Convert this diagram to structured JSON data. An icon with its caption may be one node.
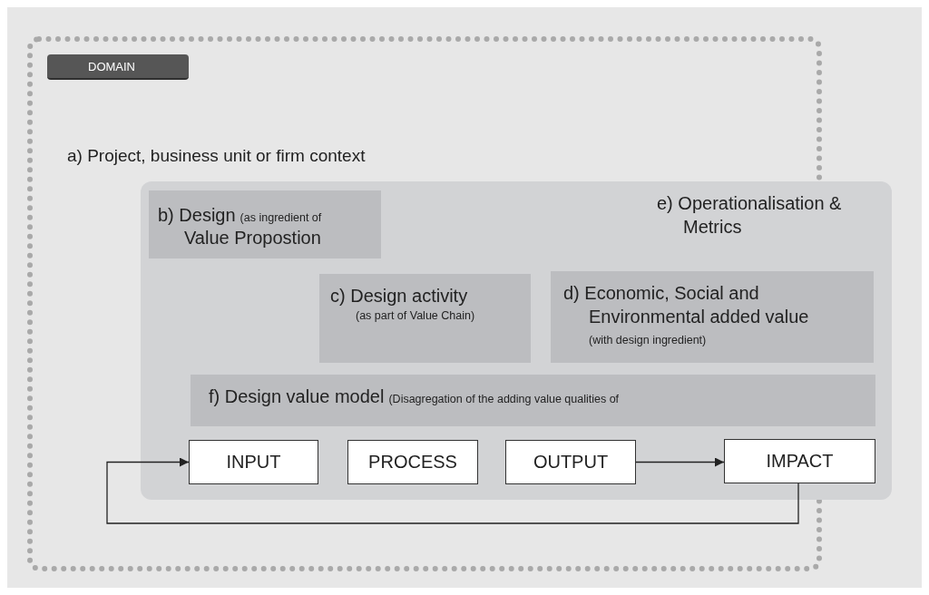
{
  "diagram": {
    "nodes": [
      {
        "text": [
          "a) Project, business unit or firm context"
        ]
      },
      {
        "text": [
          "DOMAIN"
        ],
        "in": 0
      },
      {
        "text": [
          "e) Operationalisation & Metrics"
        ]
      },
      {
        "text": [
          "b) Design",
          "(as ingredient of",
          "Value Propostion"
        ],
        "in": 2
      },
      {
        "text": [
          "c) Design activity",
          "(as part of Value Chain)"
        ],
        "in": 2
      },
      {
        "text": [
          "d) Economic, Social and Environmental added value",
          "(with design ingredient)"
        ],
        "in": 2
      },
      {
        "text": [
          "f) Design value model",
          "(Disagregation of the adding value qualities of"
        ],
        "in": 2
      },
      {
        "text": [
          "INPUT"
        ],
        "in": 2
      },
      {
        "text": [
          "PROCESS"
        ],
        "in": 2
      },
      {
        "text": [
          "OUTPUT"
        ],
        "in": 2
      },
      {
        "text": [
          "IMPACT"
        ],
        "in": 2
      }
    ],
    "edges": [
      {
        "from": 9,
        "to": 10,
        "arrow": "to"
      },
      {
        "from": 10,
        "to": 7,
        "arrow": "to"
      }
    ]
  }
}
